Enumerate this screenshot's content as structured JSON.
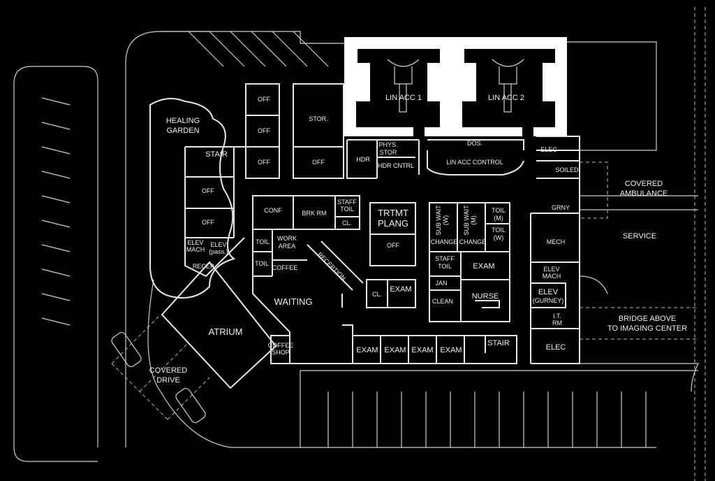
{
  "plan": {
    "site": {
      "healing_garden": [
        "HEALING",
        "GARDEN"
      ],
      "covered_drive": [
        "COVERED",
        "DRIVE"
      ],
      "covered_ambulance": [
        "COVERED",
        "AMBULANCE"
      ],
      "service": "SERVICE",
      "bridge": [
        "BRIDGE ABOVE",
        "TO IMAGING CENTER"
      ]
    },
    "rooms": {
      "off_a": "OFF",
      "off_b": "OFF",
      "off_c": "OFF",
      "stor": "STOR.",
      "off_d": "OFF",
      "stair_n": "STAIR",
      "off_e": "OFF",
      "off_f": "OFF",
      "elev_mach_w": [
        "ELEV",
        "MACH"
      ],
      "elev_pass": [
        "ELEV",
        "(pass.)"
      ],
      "recep": "RECEP.",
      "conf": "CONF",
      "brk_rm": "BRK RM",
      "staff_toil_a": [
        "STAFF",
        "TOIL"
      ],
      "cl_a": "CL.",
      "hdr": "HDR",
      "phys_stor": [
        "PHYS.",
        "STOR"
      ],
      "hdr_cntrl": "HDR CNTRL",
      "lin_acc_1": "LIN ACC 1",
      "lin_acc_2": "LIN ACC 2",
      "dos": "DOS.",
      "lin_acc_control": "LIN ACC CONTROL",
      "elec_n": "ELEC",
      "soiled": "SOILED",
      "trtmt_plang": [
        "TRTMT",
        "PLANG"
      ],
      "off_g": "OFF",
      "sub_wait_w": [
        "SUB WAIT",
        "(W)"
      ],
      "sub_wait_m": [
        "SUB WAIT",
        "(M)"
      ],
      "toil_m": [
        "TOIL",
        "(M)"
      ],
      "toil_w": [
        "TOIL",
        "(W)"
      ],
      "change_a": "CHANGE",
      "change_b": "CHANGE",
      "staff_toil_b": [
        "STAFF",
        "TOIL"
      ],
      "exam_a": "EXAM",
      "jan": "JAN",
      "clean": "CLEAN",
      "nurse": "NURSE",
      "cl_b": "CL.",
      "exam_b": "EXAM",
      "toil_a": "TOIL",
      "work_area": [
        "WORK",
        "AREA"
      ],
      "toil_b": "TOIL",
      "coffee": "COFFEE",
      "reception": "RECEPTION",
      "waiting": "WAITING",
      "atrium": "ATRIUM",
      "coffee_shop": [
        "COFFEE",
        "SHOP"
      ],
      "exam_c": "EXAM",
      "exam_d": "EXAM",
      "exam_e": "EXAM",
      "exam_f": "EXAM",
      "stair_s": "STAIR",
      "elec_s": "ELEC",
      "grny": "GRNY",
      "mech": "MECH",
      "elev_mach_e": [
        "ELEV",
        "MACH"
      ],
      "elev_gurney": [
        "ELEV",
        "(GURNEY)"
      ],
      "it_rm": [
        "I.T.",
        "RM"
      ]
    }
  }
}
